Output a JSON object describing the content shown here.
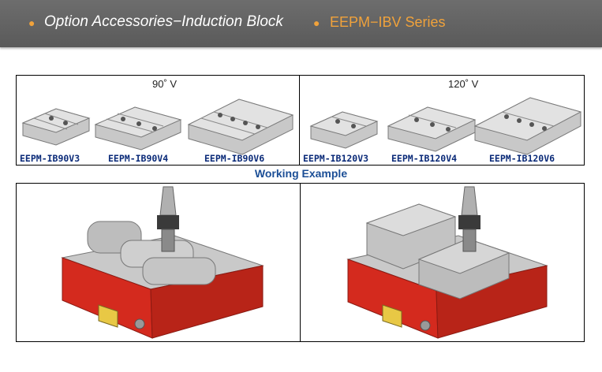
{
  "header": {
    "title": "Option Accessories−Induction Block",
    "series": "EEPM−IBV Series",
    "accent_color": "#f0a23b",
    "bar_color": "#626262"
  },
  "groups": [
    {
      "angle_label": "90˚ V",
      "models": [
        "EEPM-IB90V3",
        "EEPM-IB90V4",
        "EEPM-IB90V6"
      ]
    },
    {
      "angle_label": "120˚ V",
      "models": [
        "EEPM-IB120V3",
        "EEPM-IB120V4",
        "EEPM-IB120V6"
      ]
    }
  ],
  "working_example": {
    "title": "Working Example",
    "title_color": "#1b4e96"
  }
}
